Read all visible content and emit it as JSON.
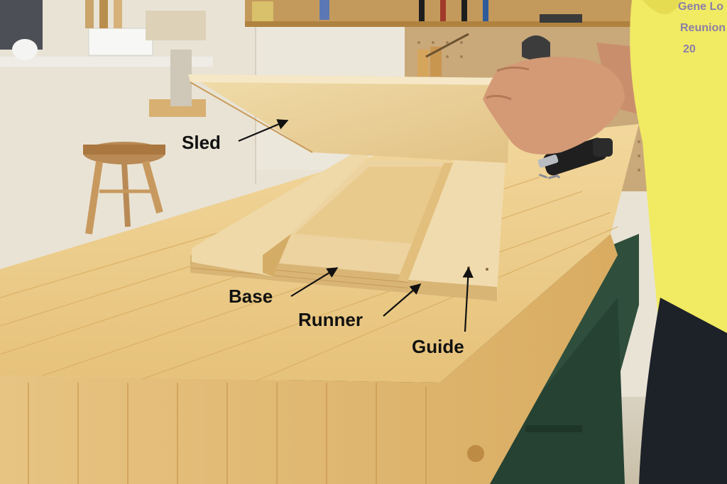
{
  "callouts": {
    "sled": "Sled",
    "base": "Base",
    "runner": "Runner",
    "guide": "Guide"
  },
  "shirt_text": [
    "Gene Lo",
    "Reunion",
    "20"
  ],
  "colors": {
    "wall": "#e9e3d6",
    "plywood": "#e7cf98",
    "bench_top": "#efd394",
    "bench_base": "#2f4f3c",
    "shirt": "#f1ea63",
    "pegboard": "#c9a87a",
    "callout_text": "#111111"
  }
}
